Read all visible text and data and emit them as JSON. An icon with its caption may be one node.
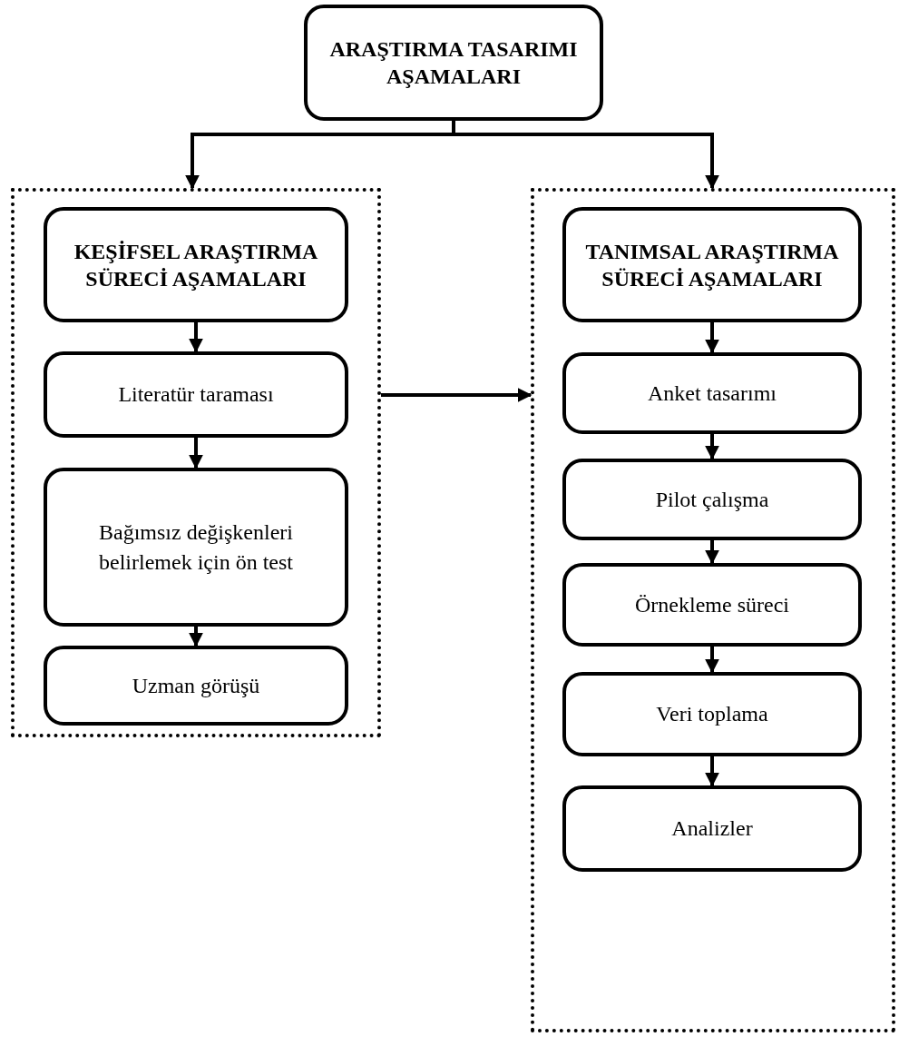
{
  "diagram": {
    "nodes": [
      {
        "text": [
          "ARAŞTIRMA TASARIMI AŞAMALARI"
        ]
      },
      {
        "text": [],
        "shape": "box"
      },
      {
        "text": [
          "KEŞİFSEL ARAŞTIRMA SÜRECİ AŞAMALARI"
        ],
        "in": 1
      },
      {
        "text": [
          "Literatür taraması"
        ],
        "in": 1
      },
      {
        "text": [
          "Bağımsız değişkenleri belirlemek için ön test"
        ],
        "in": 1
      },
      {
        "text": [
          "Uzman görüşü"
        ],
        "in": 1
      },
      {
        "text": [],
        "shape": "box"
      },
      {
        "text": [
          "TANIMSAL ARAŞTIRMA SÜRECİ AŞAMALARI"
        ],
        "in": 6
      },
      {
        "text": [
          "Anket tasarımı"
        ],
        "in": 6
      },
      {
        "text": [
          "Pilot çalışma"
        ],
        "in": 6
      },
      {
        "text": [
          "Örnekleme süreci"
        ],
        "in": 6
      },
      {
        "text": [
          "Veri toplama"
        ],
        "in": 6
      },
      {
        "text": [
          "Analizler"
        ],
        "in": 6
      }
    ],
    "edges": [
      {
        "from": 0,
        "to": 1,
        "arrow": "to"
      },
      {
        "from": 0,
        "to": 6,
        "arrow": "to"
      },
      {
        "from": 2,
        "to": 3,
        "arrow": "to"
      },
      {
        "from": 3,
        "to": 4,
        "arrow": "to"
      },
      {
        "from": 4,
        "to": 5,
        "arrow": "to"
      },
      {
        "from": 1,
        "to": 6,
        "arrow": "to"
      },
      {
        "from": 7,
        "to": 8,
        "arrow": "to"
      },
      {
        "from": 8,
        "to": 9,
        "arrow": "to"
      },
      {
        "from": 9,
        "to": 10,
        "arrow": "to"
      },
      {
        "from": 10,
        "to": 11,
        "arrow": "to"
      },
      {
        "from": 11,
        "to": 12,
        "arrow": "to"
      }
    ]
  }
}
